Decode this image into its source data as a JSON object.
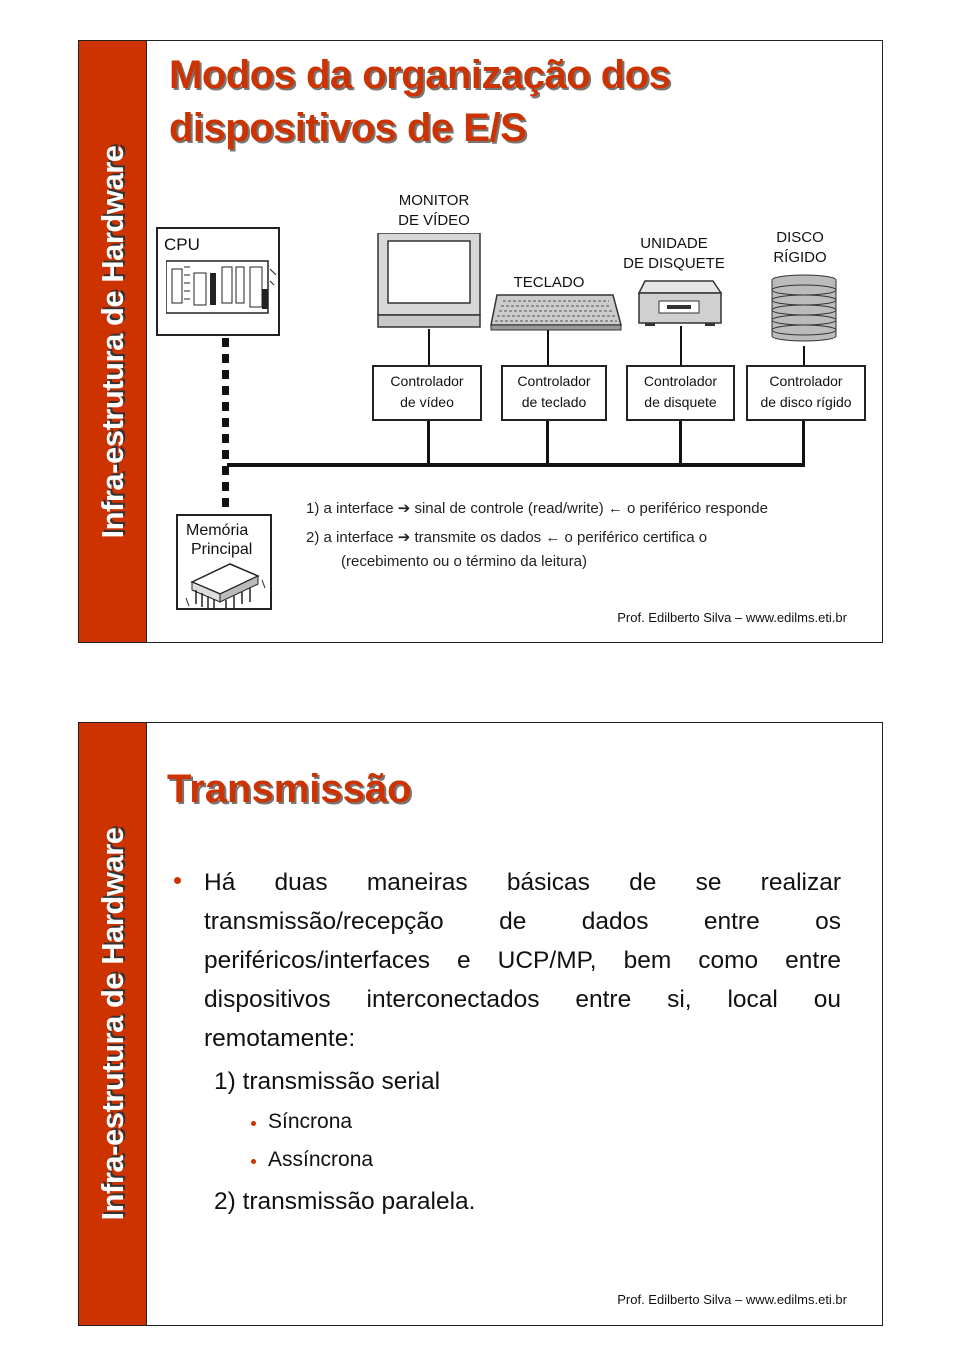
{
  "sidebar_text": "Infra-estrutura de Hardware",
  "footer": "Prof. Edilberto Silva – www.edilms.eti.br",
  "slide1": {
    "title": "Modos da organização dos dispositivos de E/S",
    "cpu_label": "CPU",
    "memory_label_line1": "Memória",
    "memory_label_line2": "Principal",
    "devices": {
      "monitor_line1": "MONITOR",
      "monitor_line2": "DE VÍDEO",
      "keyboard": "TECLADO",
      "floppy_line1": "UNIDADE",
      "floppy_line2": "DE DISQUETE",
      "disk_line1": "DISCO",
      "disk_line2": "RÍGIDO"
    },
    "controllers": [
      {
        "line1": "Controlador",
        "line2": "de vídeo"
      },
      {
        "line1": "Controlador",
        "line2": "de teclado"
      },
      {
        "line1": "Controlador",
        "line2": "de disquete"
      },
      {
        "line1": "Controlador",
        "line2": "de disco rígido"
      }
    ],
    "notes": [
      "1) a interface ➔ sinal de controle (read/write) ← o periférico responde",
      "2) a interface ➔ transmite os dados ← o periférico certifica o",
      "(recebimento ou o término da leitura)"
    ]
  },
  "slide2": {
    "title": "Transmissão",
    "paragraph_lines": [
      "Há duas maneiras básicas de se realizar",
      "transmissão/recepção de dados entre os",
      "periféricos/interfaces e UCP/MP, bem como entre",
      "dispositivos interconectados entre si, local ou",
      "remotamente:"
    ],
    "item1": "1) transmissão serial",
    "sub_items": [
      "Síncrona",
      "Assíncrona"
    ],
    "item2": "2) transmissão paralela."
  },
  "colors": {
    "accent": "#cc3300",
    "title_color": "#cc3300"
  },
  "icons": [
    "cpu-board-icon",
    "memory-chip-icon",
    "monitor-icon",
    "keyboard-icon",
    "floppy-drive-icon",
    "hard-disk-icon"
  ]
}
